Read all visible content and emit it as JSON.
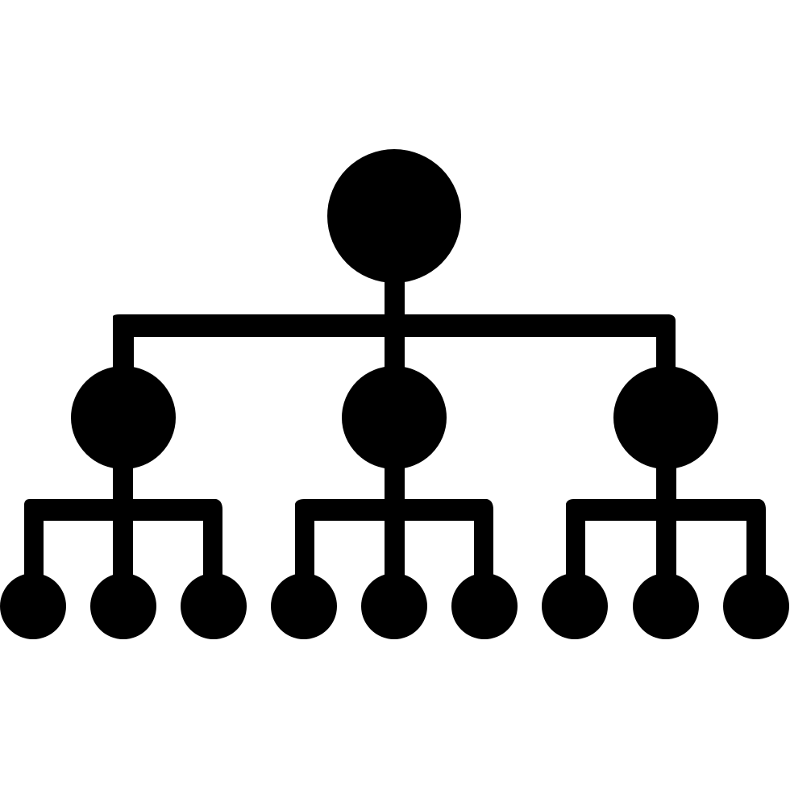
{
  "icon": {
    "name": "org-chart-hierarchy-icon",
    "fill_color": "#000000",
    "background_color": "#ffffff",
    "levels": [
      {
        "level": "root",
        "node_count": 1
      },
      {
        "level": "middle",
        "node_count": 3
      },
      {
        "level": "leaf",
        "node_count": 9
      }
    ]
  }
}
